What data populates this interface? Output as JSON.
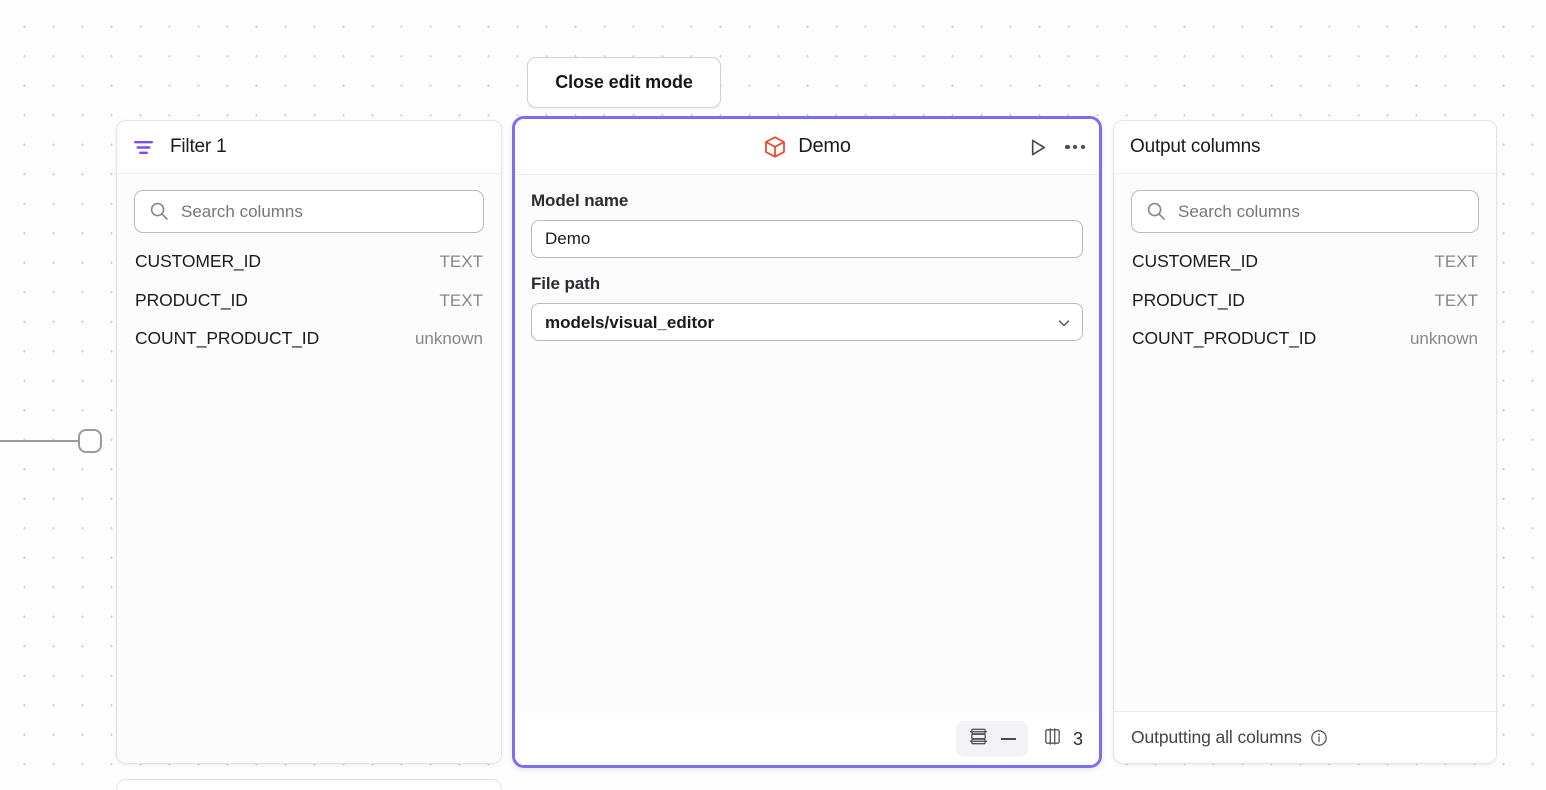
{
  "toolbar": {
    "close_edit_mode_label": "Close edit mode"
  },
  "filter_panel": {
    "icon": "filter-icon",
    "title": "Filter 1",
    "search": {
      "placeholder": "Search columns",
      "value": "",
      "icon": "search-icon"
    },
    "columns": [
      {
        "name": "CUSTOMER_ID",
        "type": "TEXT"
      },
      {
        "name": "PRODUCT_ID",
        "type": "TEXT"
      },
      {
        "name": "COUNT_PRODUCT_ID",
        "type": "unknown"
      }
    ]
  },
  "model_panel": {
    "icon": "cube-icon",
    "title": "Demo",
    "accent_color": "#7b6ef0",
    "icon_color": "#e8452c",
    "actions": {
      "run_icon": "play-icon",
      "more_icon": "more-horizontal-icon"
    },
    "fields": {
      "model_name_label": "Model name",
      "model_name_value": "Demo",
      "file_path_label": "File path",
      "file_path_value": "models/visual_editor",
      "file_path_options": [
        "models/visual_editor"
      ],
      "chevron_icon": "chevron-down-icon"
    },
    "footer": {
      "rows_icon": "rows-icon",
      "rows_value": "—",
      "columns_icon": "columns-icon",
      "columns_value": "3"
    }
  },
  "output_panel": {
    "title": "Output columns",
    "search": {
      "placeholder": "Search columns",
      "value": "",
      "icon": "search-icon"
    },
    "columns": [
      {
        "name": "CUSTOMER_ID",
        "type": "TEXT"
      },
      {
        "name": "PRODUCT_ID",
        "type": "TEXT"
      },
      {
        "name": "COUNT_PRODUCT_ID",
        "type": "unknown"
      }
    ],
    "footer": {
      "status_text": "Outputting all columns",
      "info_icon": "info-icon"
    }
  }
}
